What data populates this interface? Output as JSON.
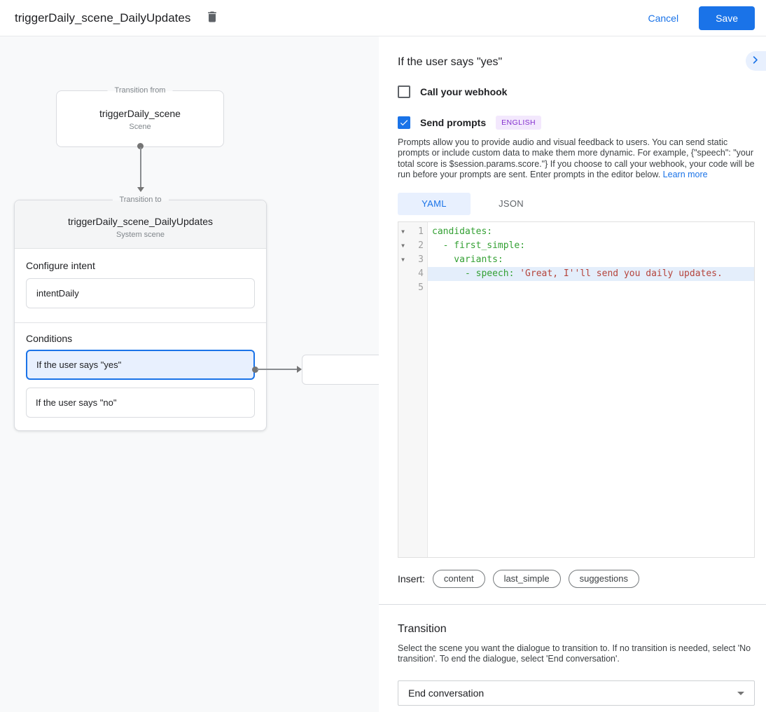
{
  "topbar": {
    "title": "triggerDaily_scene_DailyUpdates",
    "cancel_label": "Cancel",
    "save_label": "Save"
  },
  "canvas": {
    "from_box": {
      "legend": "Transition from",
      "title": "triggerDaily_scene",
      "subtitle": "Scene"
    },
    "to_card": {
      "legend": "Transition to",
      "title": "triggerDaily_scene_DailyUpdates",
      "subtitle": "System scene",
      "intent": {
        "label": "Configure intent",
        "value": "intentDaily"
      },
      "conditions": {
        "label": "Conditions",
        "items": [
          {
            "label": "If the user says \"yes\"",
            "selected": true
          },
          {
            "label": "If the user says \"no\"",
            "selected": false
          }
        ]
      }
    }
  },
  "panel": {
    "header": "If the user says \"yes\"",
    "webhook": {
      "label": "Call your webhook",
      "checked": false
    },
    "prompts": {
      "label": "Send prompts",
      "checked": true,
      "badge": "ENGLISH"
    },
    "description": "Prompts allow you to provide audio and visual feedback to users. You can send static prompts or include custom data to make them more dynamic. For example, {\"speech\": \"your total score is $session.params.score.\"} If you choose to call your webhook, your code will be run before your prompts are sent. Enter prompts in the editor below. ",
    "learn_more": "Learn more",
    "tabs": [
      {
        "label": "YAML",
        "active": true
      },
      {
        "label": "JSON",
        "active": false
      }
    ],
    "editor": {
      "lines": [
        {
          "num": 1,
          "fold": true,
          "active": false,
          "segments": [
            {
              "t": "candidates:",
              "c": "key"
            }
          ]
        },
        {
          "num": 2,
          "fold": true,
          "active": false,
          "segments": [
            {
              "t": "  - first_simple:",
              "c": "key"
            }
          ]
        },
        {
          "num": 3,
          "fold": true,
          "active": false,
          "segments": [
            {
              "t": "    variants:",
              "c": "key"
            }
          ]
        },
        {
          "num": 4,
          "fold": false,
          "active": true,
          "segments": [
            {
              "t": "      - speech: ",
              "c": "key"
            },
            {
              "t": "'Great, I''ll send you daily updates.",
              "c": "string"
            }
          ]
        },
        {
          "num": 5,
          "fold": false,
          "active": false,
          "segments": []
        }
      ]
    },
    "insert": {
      "label": "Insert:",
      "chips": [
        "content",
        "last_simple",
        "suggestions"
      ]
    },
    "transition": {
      "heading": "Transition",
      "description": "Select the scene you want the dialogue to transition to. If no transition is needed, select 'No transition'. To end the dialogue, select 'End conversation'.",
      "dropdown_value": "End conversation"
    }
  },
  "colors": {
    "accent_blue": "#1a73e8",
    "selected_bg": "#e8f0fe",
    "badge_purple": "#8430ce",
    "code_key_green": "#33a033",
    "code_string_red": "#b5443c"
  }
}
